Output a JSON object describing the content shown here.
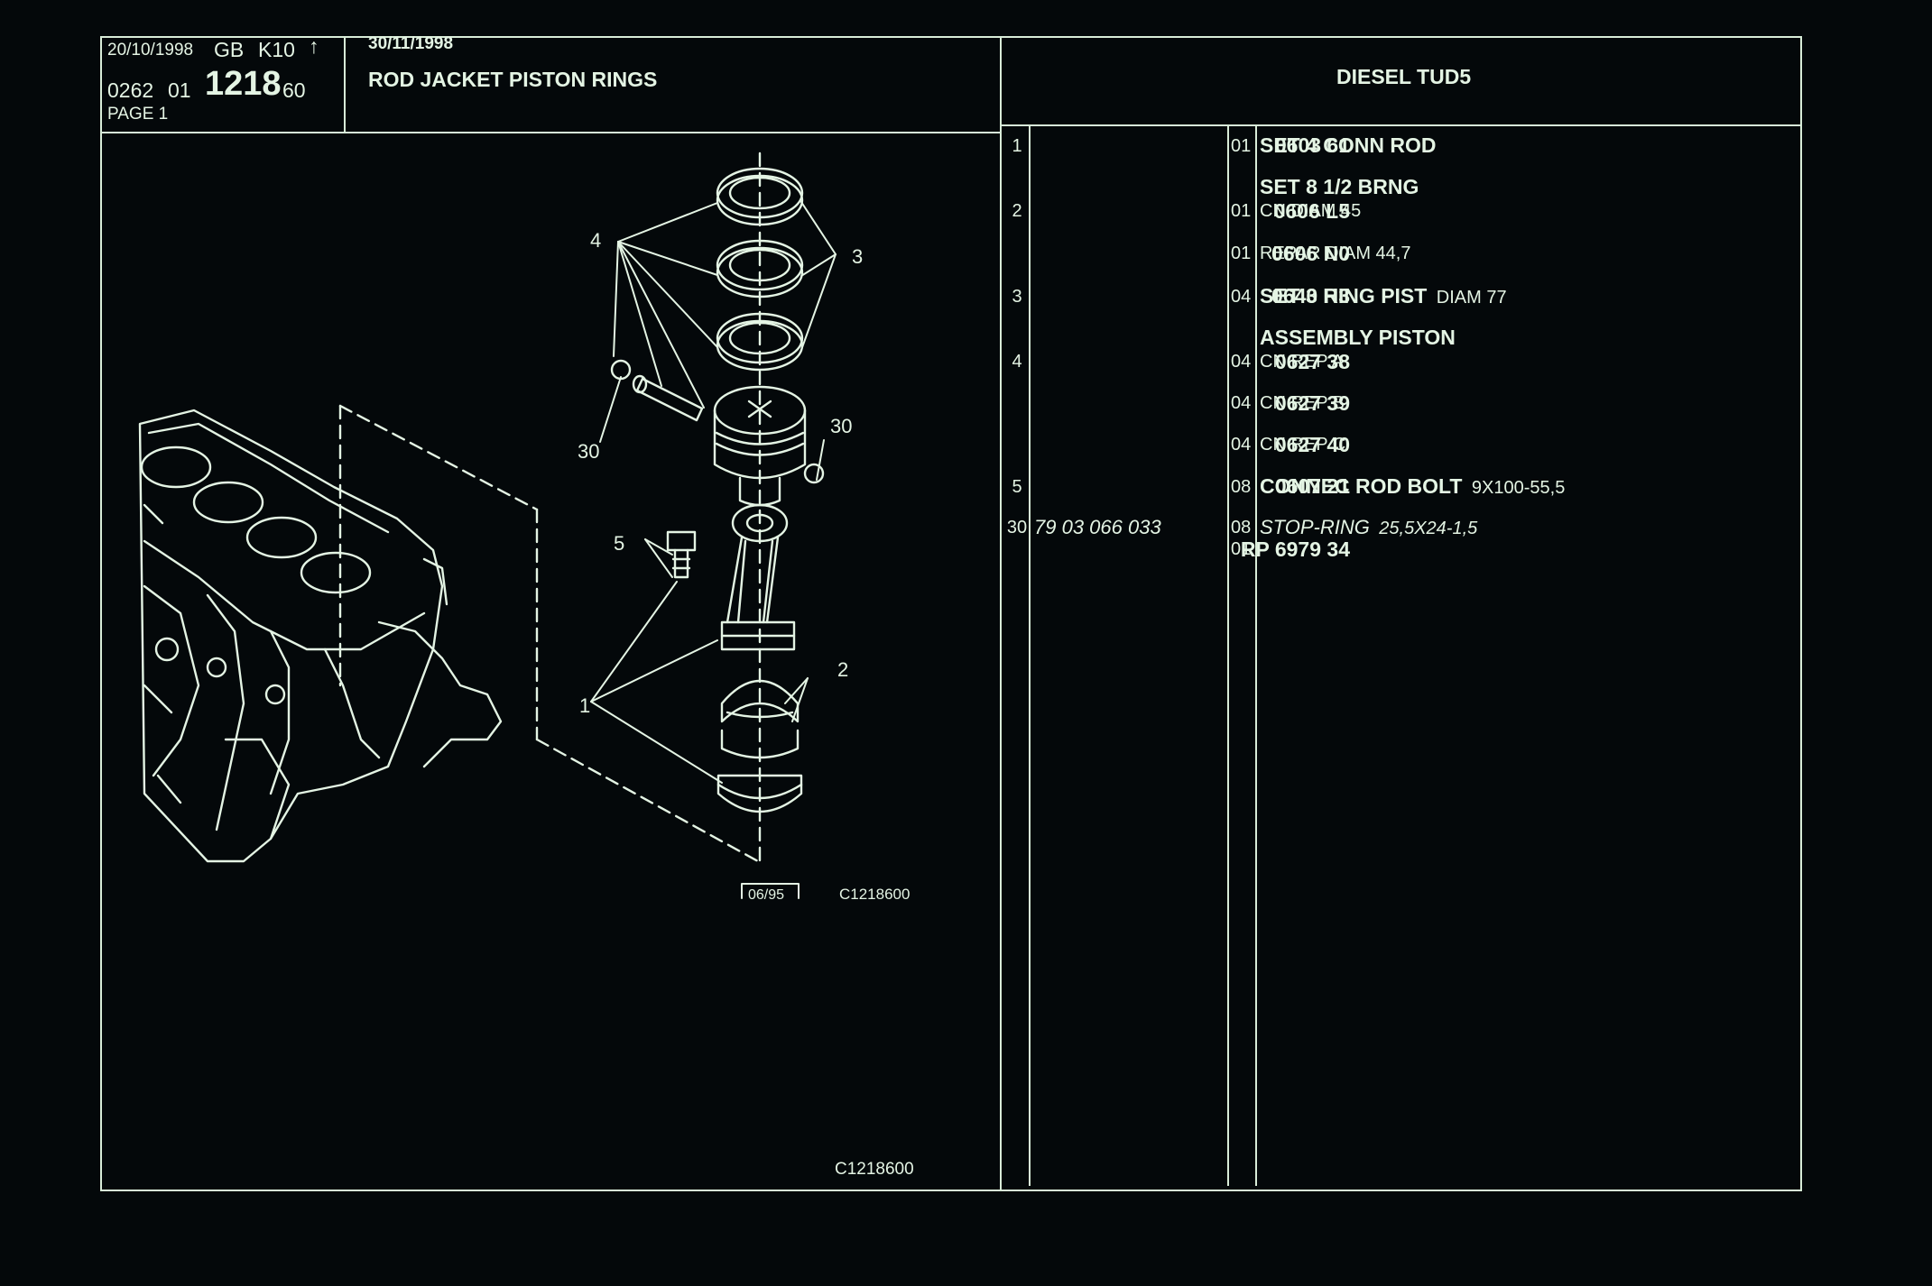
{
  "header": {
    "date": "20/10/1998",
    "region": "GB",
    "code": "K10",
    "arrow": "↑",
    "doc_prefix": "0262",
    "doc_sub": "01",
    "doc_main": "1218",
    "doc_suffix": "60",
    "page": "PAGE 1",
    "date2": "30/11/1998",
    "title": "ROD JACKET PISTON RINGS",
    "engine": "DIESEL TUD5"
  },
  "diagram": {
    "callouts": [
      "4",
      "3",
      "30",
      "30",
      "5",
      "2",
      "1"
    ],
    "stamp": "06/95",
    "code_inner": "C1218600",
    "code_bottom": "C1218600"
  },
  "parts": [
    {
      "idx": "1",
      "extra": "",
      "ref": "0603 61",
      "qty": "01",
      "desc": "SET 4 CONN ROD",
      "desc_extra": ""
    },
    {
      "idx": "",
      "extra": "",
      "ref": "",
      "qty": "",
      "desc": "SET 8 1/2 BRNG",
      "desc_extra": ""
    },
    {
      "idx": "2",
      "extra": "",
      "ref": "0606 L5",
      "qty": "01",
      "desc": "CN DIAM 45",
      "desc_extra": ""
    },
    {
      "idx": "",
      "extra": "",
      "ref": "0606 N0",
      "qty": "01",
      "desc": "REPAR DIAM 44,7",
      "desc_extra": ""
    },
    {
      "idx": "3",
      "extra": "",
      "ref": "0640 H3",
      "qty": "04",
      "desc": "SET 3 RING PIST",
      "desc_extra": "DIAM 77"
    },
    {
      "idx": "",
      "extra": "",
      "ref": "",
      "qty": "",
      "desc": "ASSEMBLY PISTON",
      "desc_extra": ""
    },
    {
      "idx": "4",
      "extra": "",
      "ref": "0627 38",
      "qty": "04",
      "desc": "CN REP A",
      "desc_extra": ""
    },
    {
      "idx": "",
      "extra": "",
      "ref": "0627 39",
      "qty": "04",
      "desc": "CN REP B",
      "desc_extra": ""
    },
    {
      "idx": "",
      "extra": "",
      "ref": "0627 40",
      "qty": "04",
      "desc": "CN REP C",
      "desc_extra": ""
    },
    {
      "idx": "5",
      "extra": "",
      "ref": "0607 21",
      "qty": "08",
      "desc": "CONNEC ROD BOLT",
      "desc_extra": "9X100-55,5"
    },
    {
      "idx": "30",
      "extra": "79 03 066 033",
      "ref": "",
      "qty": "08",
      "desc": "STOP-RING",
      "desc_extra": "25,5X24-1,5"
    },
    {
      "idx": "",
      "extra": "",
      "ref": "RP 6979 34",
      "qty": "01",
      "desc": "",
      "desc_extra": ""
    }
  ],
  "colors": {
    "background": "#04080a",
    "ink": "#e4f4e4"
  }
}
